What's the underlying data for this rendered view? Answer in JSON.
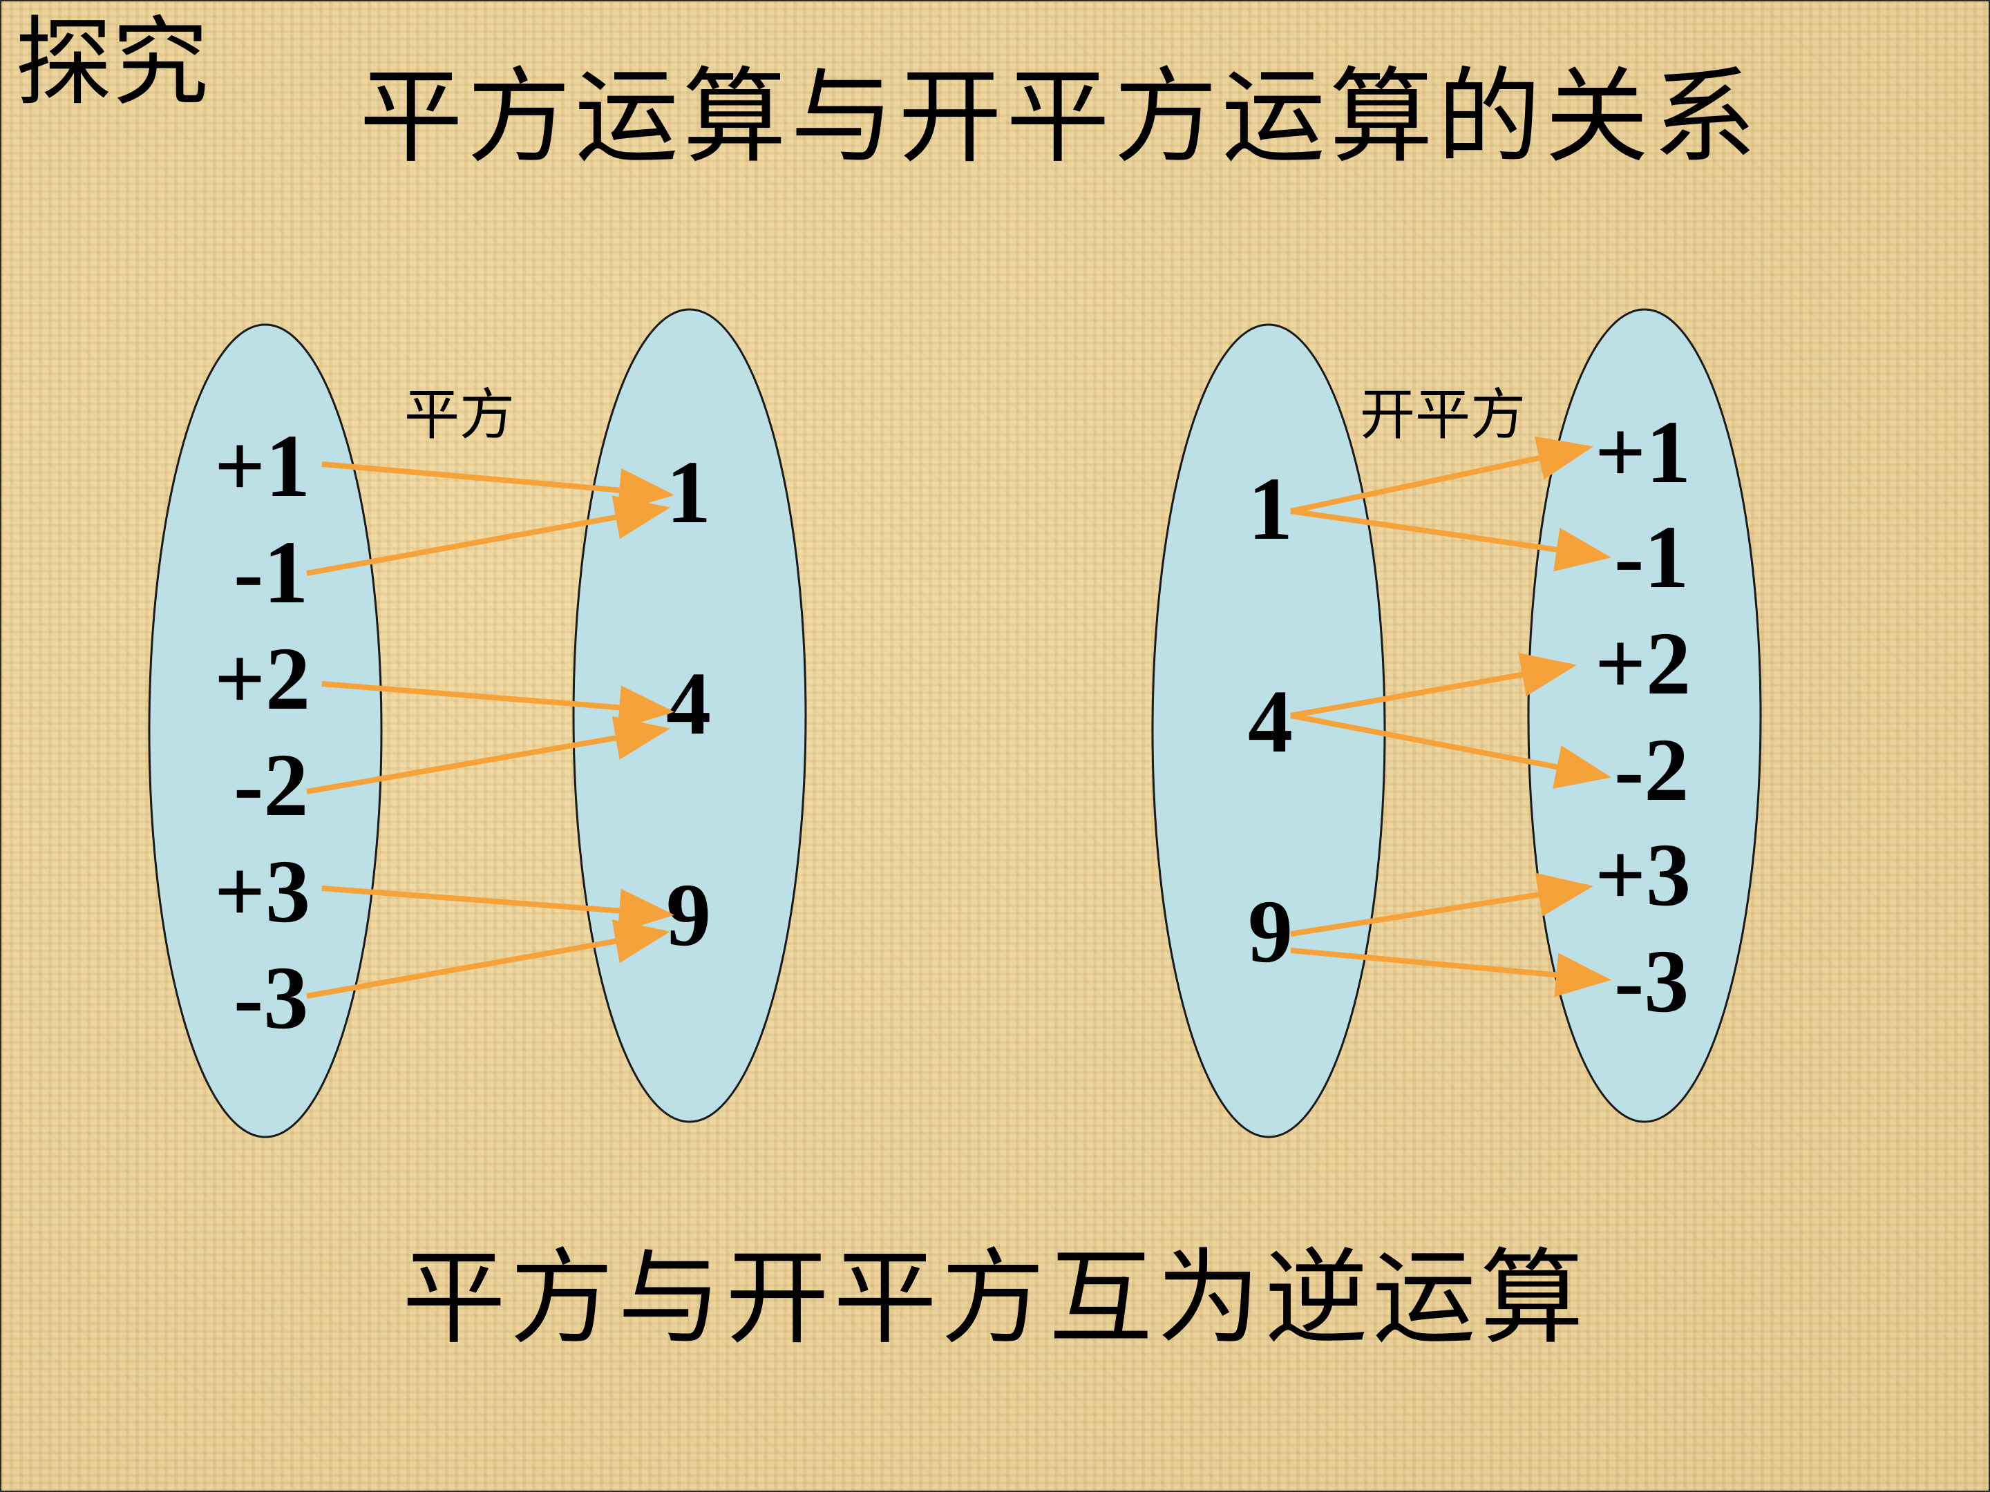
{
  "tag": "探究",
  "title": "平方运算与开平方运算的关系",
  "conclusion": "平方与开平方互为逆运算",
  "colors": {
    "ellipse_fill": "#bde0e6",
    "ellipse_stroke": "#1a1a1a",
    "arrow": "#f5a23a"
  },
  "square_mapping": {
    "label": "平方",
    "domain": [
      "+1",
      "-1",
      "+2",
      "-2",
      "+3",
      "-3"
    ],
    "range": [
      "1",
      "4",
      "9"
    ]
  },
  "sqrt_mapping": {
    "label": "开平方",
    "domain": [
      "1",
      "4",
      "9"
    ],
    "range": [
      "+1",
      "-1",
      "+2",
      "-2",
      "+3",
      "-3"
    ]
  }
}
